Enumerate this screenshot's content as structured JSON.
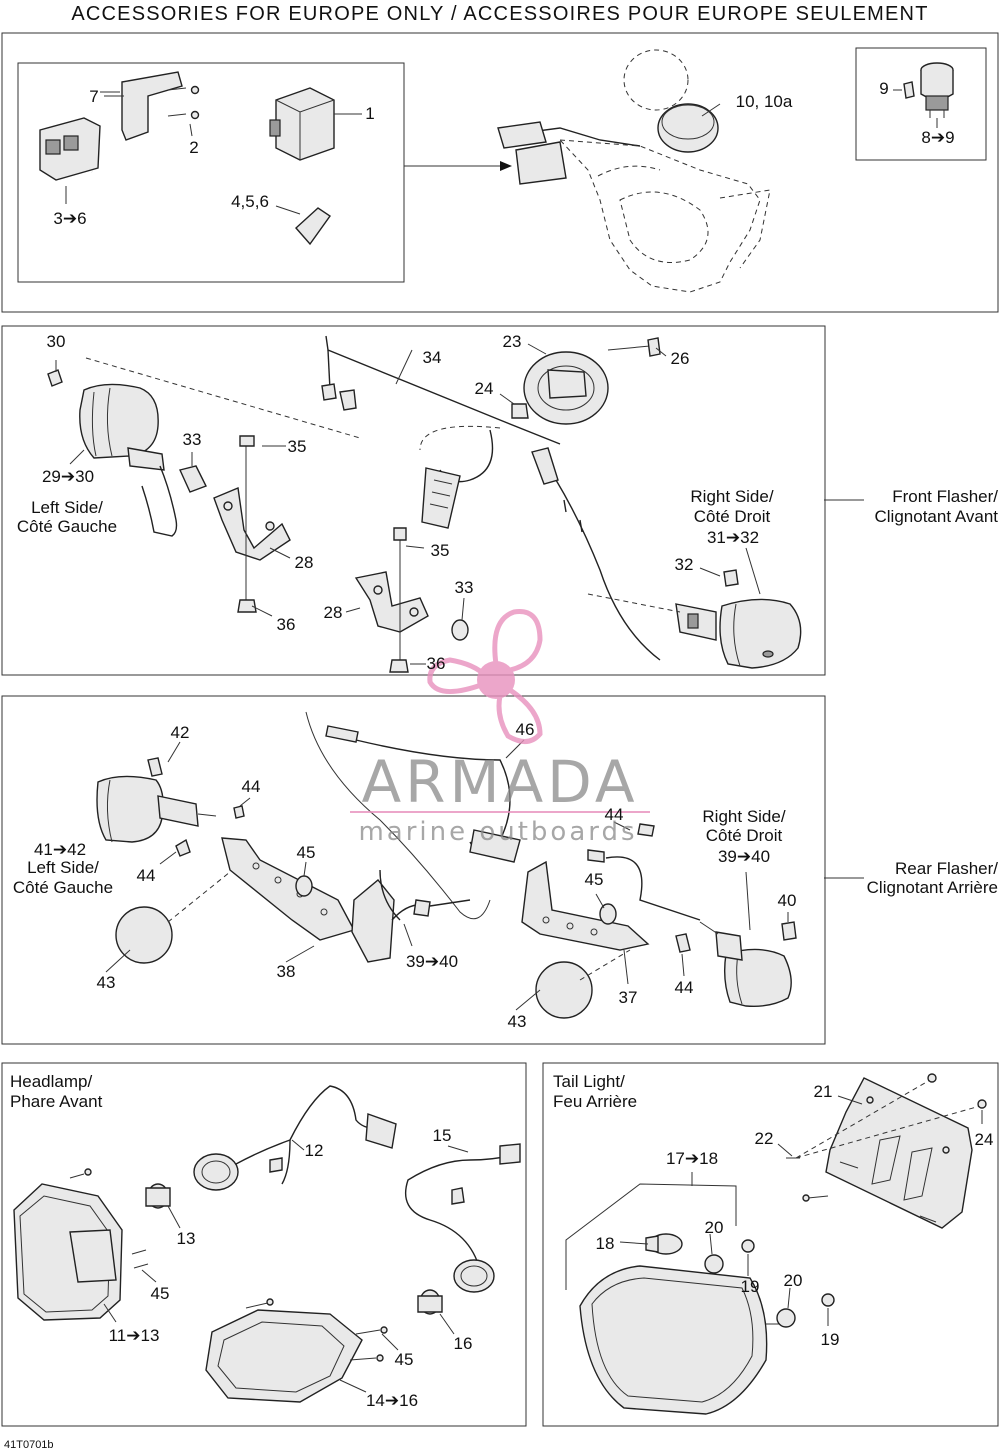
{
  "title": "ACCESSORIES FOR EUROPE ONLY / ACCESSOIRES POUR EUROPE SEULEMENT",
  "drawing_code": "41T0701b",
  "watermark": {
    "brand": "ARMADA",
    "tagline": "marine outboards",
    "accent": "#e891bd"
  },
  "sections": {
    "front_flasher": {
      "en": "Front Flasher/",
      "fr": "Clignotant Avant"
    },
    "rear_flasher": {
      "en": "Rear Flasher/",
      "fr": "Clignotant Arrière"
    },
    "headlamp": {
      "en": "Headlamp/",
      "fr": "Phare Avant"
    },
    "tail_light": {
      "en": "Tail Light/",
      "fr": "Feu Arrière"
    }
  },
  "side_labels": {
    "left": {
      "en": "Left Side/",
      "fr": "Côté Gauche"
    },
    "right": {
      "en": "Right Side/",
      "fr": "Côté Droit"
    }
  },
  "callouts": {
    "p1": "1",
    "p2": "2",
    "p3_6": "3➔6",
    "p456": "4,5,6",
    "p7": "7",
    "p8_9": "8➔9",
    "p9": "9",
    "p10": "10, 10a",
    "p11_13": "11➔13",
    "p12": "12",
    "p13": "13",
    "p14_16": "14➔16",
    "p15": "15",
    "p16": "16",
    "p17_18": "17➔18",
    "p18": "18",
    "p19a": "19",
    "p19b": "19",
    "p20a": "20",
    "p20b": "20",
    "p21": "21",
    "p22": "22",
    "p23": "23",
    "p24a": "24",
    "p24b": "24",
    "p26": "26",
    "p28a": "28",
    "p28b": "28",
    "p29_30": "29➔30",
    "p30": "30",
    "p31_32": "31➔32",
    "p32": "32",
    "p33a": "33",
    "p33b": "33",
    "p34": "34",
    "p35a": "35",
    "p35b": "35",
    "p36a": "36",
    "p36b": "36",
    "p37": "37",
    "p38": "38",
    "p39_40a": "39➔40",
    "p39_40b": "39➔40",
    "p40": "40",
    "p41_42": "41➔42",
    "p42": "42",
    "p43a": "43",
    "p43b": "43",
    "p44a": "44",
    "p44b": "44",
    "p44c": "44",
    "p44d": "44",
    "p45a": "45",
    "p45b": "45",
    "p45c": "45",
    "p45d": "45",
    "p46": "46"
  }
}
